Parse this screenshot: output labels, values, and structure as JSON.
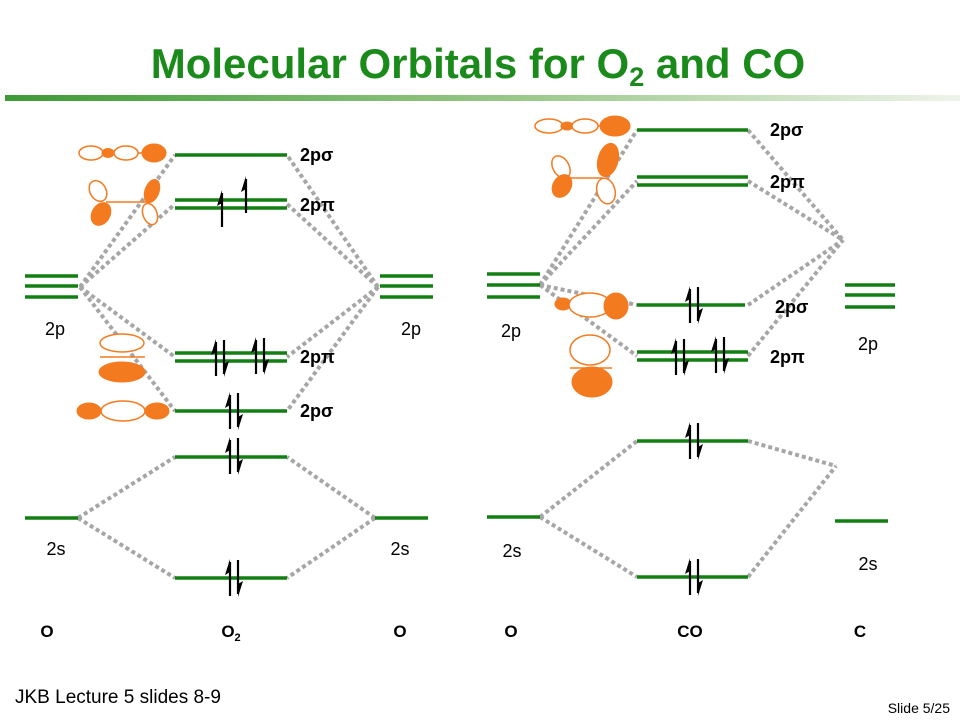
{
  "title": {
    "prefix": "Molecular Orbitals for O",
    "sub": "2",
    "suffix": " and CO"
  },
  "colors": {
    "title": "#1a8a1a",
    "energy_level": "#127f12",
    "orbital_lobe": "#f47a20",
    "connector": "#a6a6a6",
    "title_rule": "#3d9a35"
  },
  "o2_diagram": {
    "left_atom": {
      "name": "O",
      "p_label": "2p",
      "s_label": "2s"
    },
    "right_atom": {
      "name": "O",
      "p_label": "2p",
      "s_label": "2s"
    },
    "molecule": {
      "name": "O",
      "sub": "2"
    },
    "mo_labels": {
      "sigma_star_2p": "2pσ",
      "pi_star_2p": "2pπ",
      "pi_2p": "2pπ",
      "sigma_2p": "2pσ"
    }
  },
  "co_diagram": {
    "left_atom": {
      "name": "O",
      "p_label": "2p",
      "s_label": "2s"
    },
    "right_atom": {
      "name": "C",
      "p_label": "2p",
      "s_label": "2s"
    },
    "molecule": {
      "name": "CO"
    },
    "mo_labels": {
      "sigma_star_2p": "2pσ",
      "pi_star_2p": "2pπ",
      "sigma_2p": "2pσ",
      "pi_2p": "2pπ"
    }
  },
  "footer": {
    "lecture": "JKB Lecture 5 slides 8-9",
    "slide_number": "Slide 5/25"
  }
}
